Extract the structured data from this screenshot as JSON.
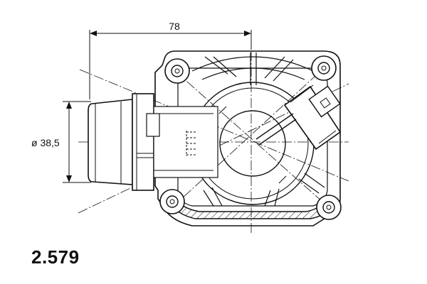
{
  "dimensions": {
    "width_label": "78",
    "diameter_label": "ø 38,5"
  },
  "part_number": "2.579",
  "colors": {
    "line": "#111111",
    "hatch": "#111111",
    "background": "#ffffff"
  }
}
